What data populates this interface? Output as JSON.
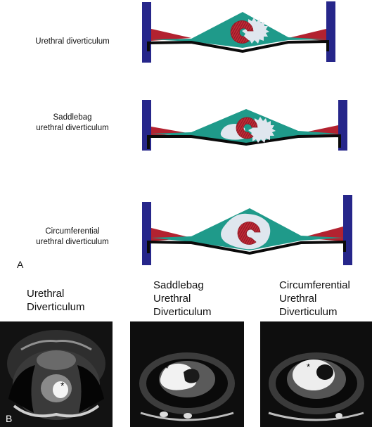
{
  "panel_a": {
    "letter": "A",
    "diagrams": [
      {
        "label": "Urethral diverticulum"
      },
      {
        "label_line1": "Saddlebag",
        "label_line2": "urethral diverticulum"
      },
      {
        "label_line1": "Circumferential",
        "label_line2": "urethral diverticulum"
      }
    ]
  },
  "panel_b": {
    "letter": "B",
    "images": [
      {
        "caption_line1": "Urethral",
        "caption_line2": "Diverticulum",
        "marker": "*"
      },
      {
        "caption_line1": "Saddlebag",
        "caption_line2": "Urethral",
        "caption_line3": "Diverticulum",
        "marker": "*"
      },
      {
        "caption_line1": "Circumferential",
        "caption_line2": "Urethral",
        "caption_line3": "Diverticulum",
        "marker": "*"
      }
    ]
  },
  "colors": {
    "pillar": "#26268a",
    "tissue": "#1f9a8a",
    "red": "#b32230",
    "diverticulum": "#dfe6ee",
    "outline": "#0a0a0a"
  }
}
